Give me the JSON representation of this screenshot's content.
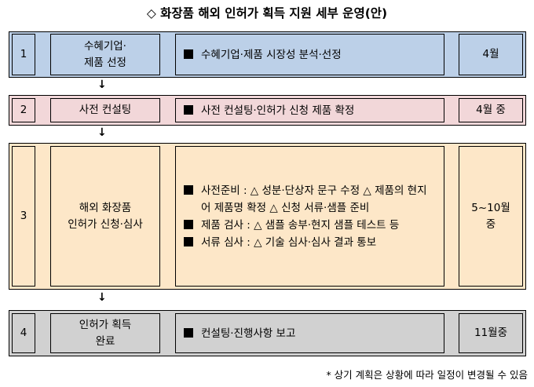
{
  "title": "◇ 화장품 해외 인허가 획득 지원 세부 운영(안)",
  "colors": {
    "stage1": "#bcd0e8",
    "stage2": "#f2d7d9",
    "stage3": "#fde7c8",
    "stage4": "#d1d1d1"
  },
  "arrow": "↓",
  "stages": [
    {
      "number": "1",
      "name_lines": [
        "수혜기업·",
        "제품 선정"
      ],
      "items": [
        "수혜기업·제품 시장성 분석·선정"
      ],
      "period_lines": [
        "4월"
      ]
    },
    {
      "number": "2",
      "name_lines": [
        "사전 컨설팅"
      ],
      "items": [
        "사전 컨설팅·인허가 신청 제품 확정"
      ],
      "period_lines": [
        "4월 중"
      ]
    },
    {
      "number": "3",
      "name_lines": [
        "해외 화장품",
        "인허가 신청·심사"
      ],
      "items": [
        "사전준비 : △ 성분·단상자 문구 수정 △ 제품의 현지어 제품명 확정 △ 신청 서류·샘플 준비",
        "제품 검사 : △ 샘플 송부·현지 샘플 테스트 등",
        "서류 심사 : △ 기술 심사·심사 결과 통보"
      ],
      "period_lines": [
        "5~10월",
        "중"
      ]
    },
    {
      "number": "4",
      "name_lines": [
        "인허가 획득",
        "완료"
      ],
      "items": [
        "컨설팅·진행사항 보고"
      ],
      "period_lines": [
        "11월중"
      ]
    }
  ],
  "note": "* 상기 계획은 상황에 따라 일정이 변경될 수 있음"
}
